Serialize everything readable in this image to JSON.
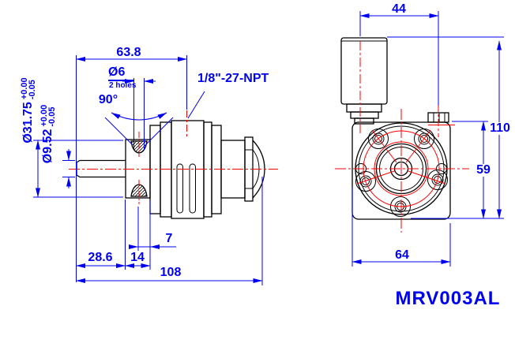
{
  "title": {
    "part_number": "MRV003AL"
  },
  "side_view": {
    "length_to_port": "63.8",
    "hole_diameter": "Ø6",
    "hole_count_note": "2 holes",
    "countersink_angle": "90°",
    "port_thread": "1/8\"-27-NPT",
    "shaft_length": "28.6",
    "flange_thickness": "14",
    "hole_to_face": "7",
    "overall_length": "108",
    "pilot_diameter": "Ø31.75",
    "pilot_tol_upper": "+0.00",
    "pilot_tol_lower": "-0.05",
    "shaft_diameter": "Ø9.52",
    "shaft_tol_upper": "+0.00",
    "shaft_tol_lower": "-0.05"
  },
  "front_view": {
    "muffler_to_port": "44",
    "overall_height": "110",
    "body_height": "59",
    "body_width": "64"
  },
  "colors": {
    "dimension_blue": "#0000f0",
    "centerline_red": "#ff0000",
    "outline_black": "#000000",
    "background": "#ffffff"
  }
}
